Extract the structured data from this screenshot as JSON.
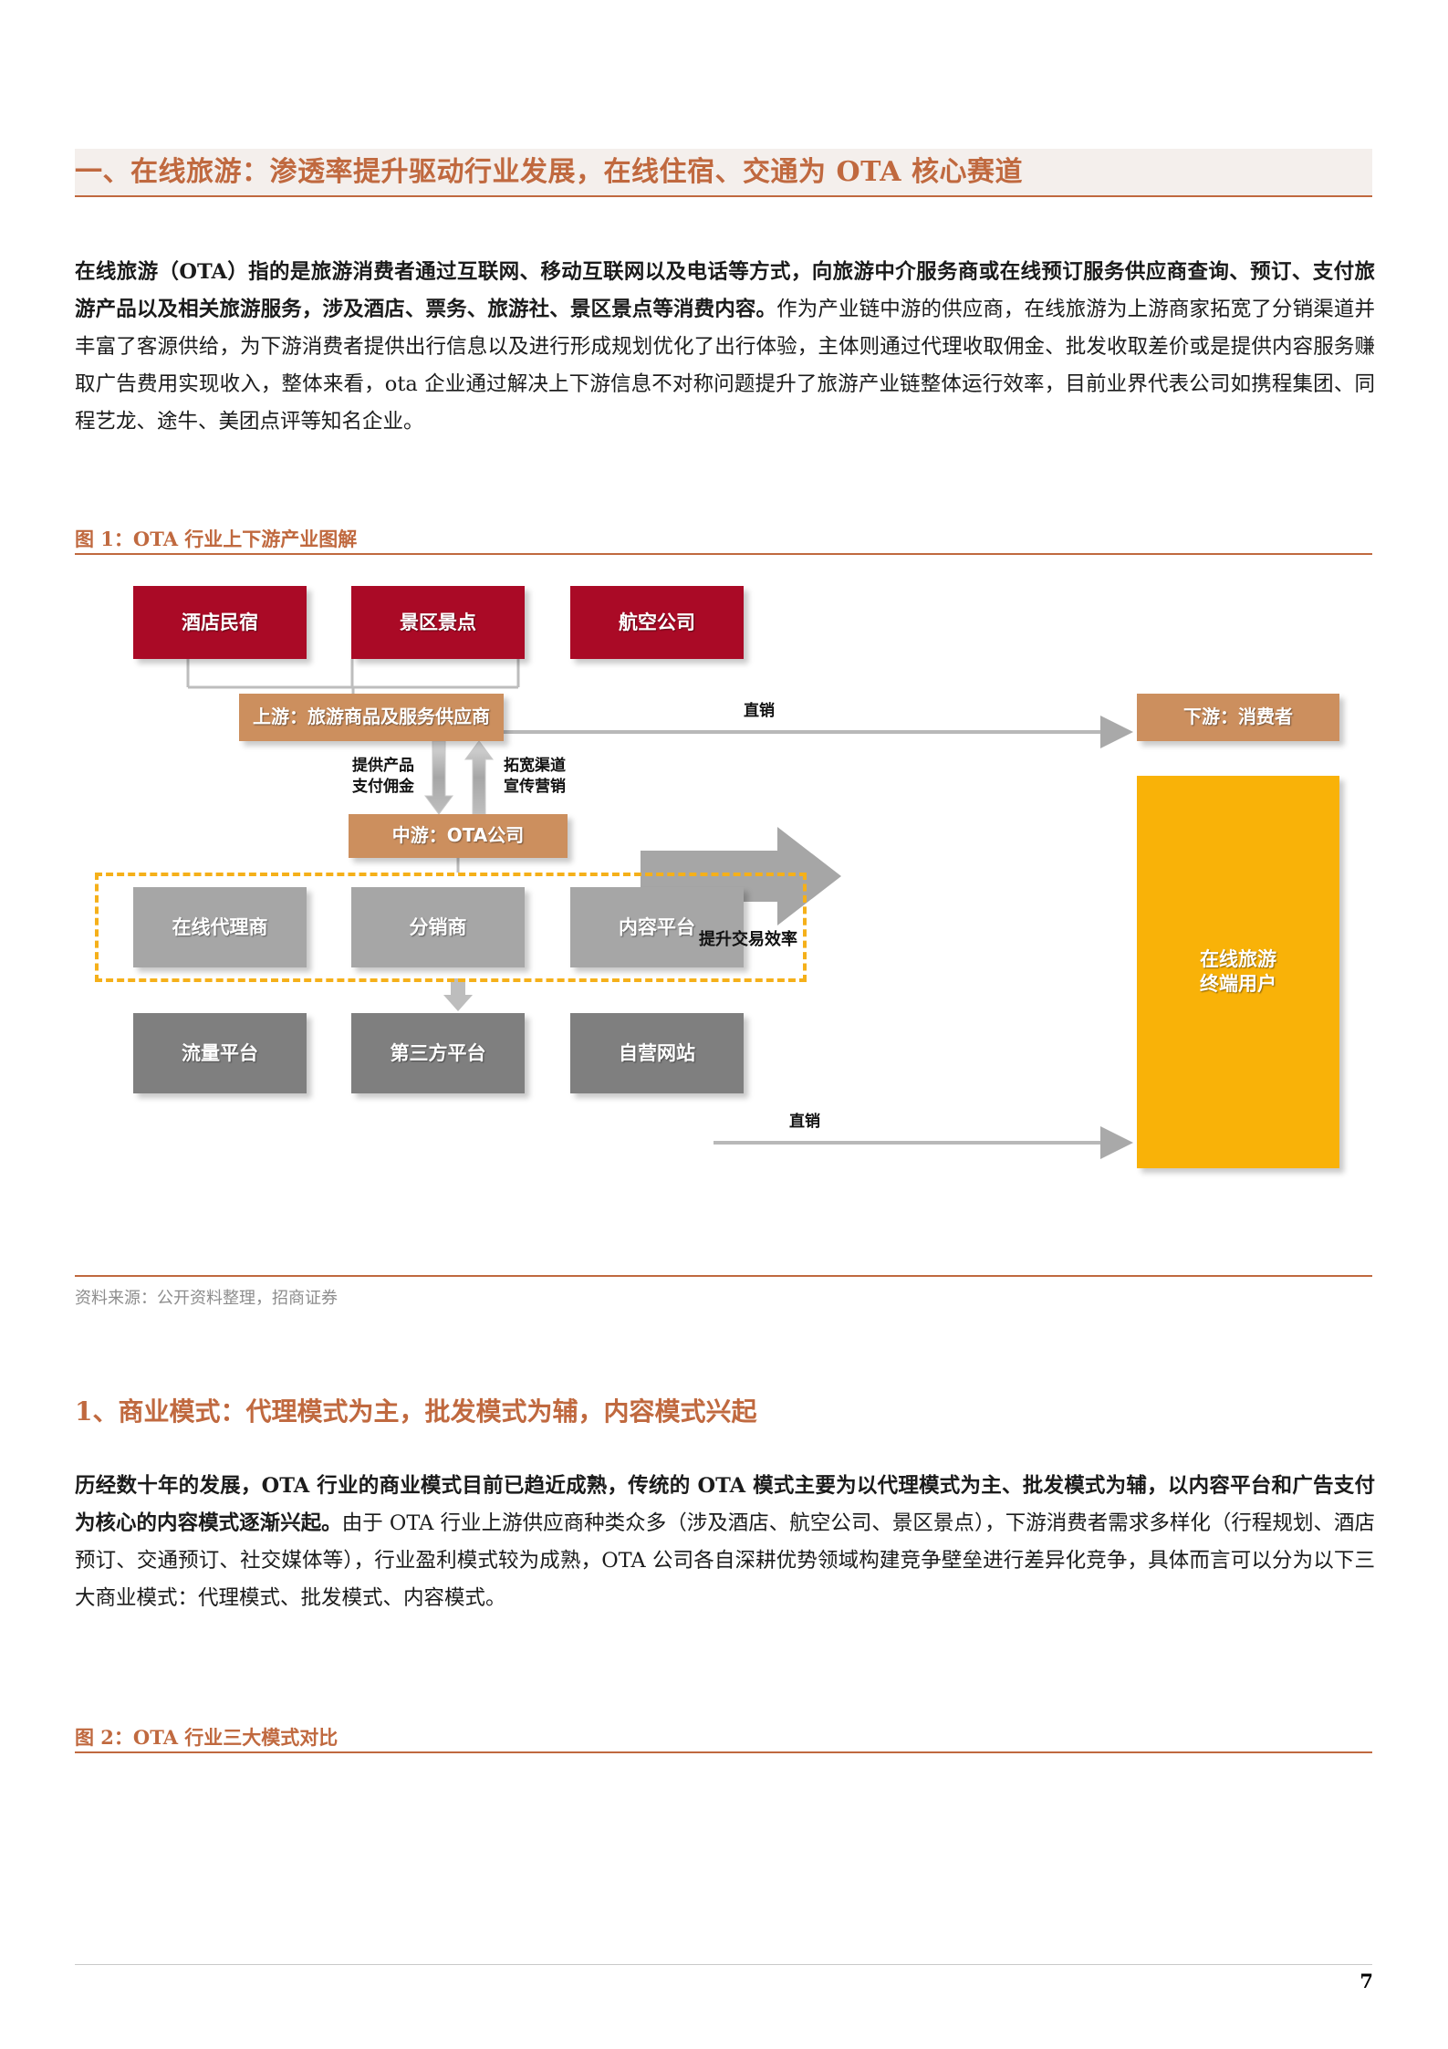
{
  "page": {
    "number": "7",
    "accent_color": "#c0693f",
    "banner_bg": "#f4efec"
  },
  "section": {
    "title": "一、在线旅游：渗透率提升驱动行业发展，在线住宿、交通为 OTA 核心赛道"
  },
  "paragraphs": {
    "intro_bold": "在线旅游（OTA）指的是旅游消费者通过互联网、移动互联网以及电话等方式，向旅游中介服务商或在线预订服务供应商查询、预订、支付旅游产品以及相关旅游服务，涉及酒店、票务、旅游社、景区景点等消费内容。",
    "intro_rest": "作为产业链中游的供应商，在线旅游为上游商家拓宽了分销渠道并丰富了客源供给，为下游消费者提供出行信息以及进行形成规划优化了出行体验，主体则通过代理收取佣金、批发收取差价或是提供内容服务赚取广告费用实现收入，整体来看，ota 企业通过解决上下游信息不对称问题提升了旅游产业链整体运行效率，目前业界代表公司如携程集团、同程艺龙、途牛、美团点评等知名企业。",
    "mode_bold": "历经数十年的发展，OTA 行业的商业模式目前已趋近成熟，传统的 OTA 模式主要为以代理模式为主、批发模式为辅，以内容平台和广告支付为核心的内容模式逐渐兴起。",
    "mode_rest": "由于 OTA 行业上游供应商种类众多（涉及酒店、航空公司、景区景点），下游消费者需求多样化（行程规划、酒店预订、交通预订、社交媒体等），行业盈利模式较为成熟，OTA 公司各自深耕优势领域构建竞争壁垒进行差异化竞争，具体而言可以分为以下三大商业模式：代理模式、批发模式、内容模式。"
  },
  "sub_heading": {
    "text": "1、商业模式：代理模式为主，批发模式为辅，内容模式兴起"
  },
  "figure1": {
    "caption": "图 1：OTA 行业上下游产业图解",
    "source": "资料来源：公开资料整理，招商证券",
    "boxes": {
      "supplier_hotel": "酒店民宿",
      "supplier_scenic": "景区景点",
      "supplier_airline": "航空公司",
      "upstream": "上游：旅游商品及服务供应商",
      "midstream": "中游：OTA公司",
      "downstream": "下游：消费者",
      "agent_online": "在线代理商",
      "agent_distributor": "分销商",
      "agent_content": "内容平台",
      "channel_traffic": "流量平台",
      "channel_third_party": "第三方平台",
      "channel_self": "自营网站",
      "end_user": "在线旅游\n终端用户"
    },
    "labels": {
      "direct_sales_top": "直销",
      "direct_sales_bottom": "直销",
      "downflow": "提供产品\n支付佣金",
      "upflow": "拓宽渠道\n宣传营销",
      "efficiency": "提升交易效率"
    },
    "colors": {
      "red": "#aa0a26",
      "tan": "#cc8f5e",
      "gray_light": "#a6a6a6",
      "gray_dark": "#7f7f7f",
      "amber": "#f9b208",
      "dash": "#f5b01a"
    }
  },
  "figure2": {
    "caption": "图 2：OTA 行业三大模式对比"
  }
}
